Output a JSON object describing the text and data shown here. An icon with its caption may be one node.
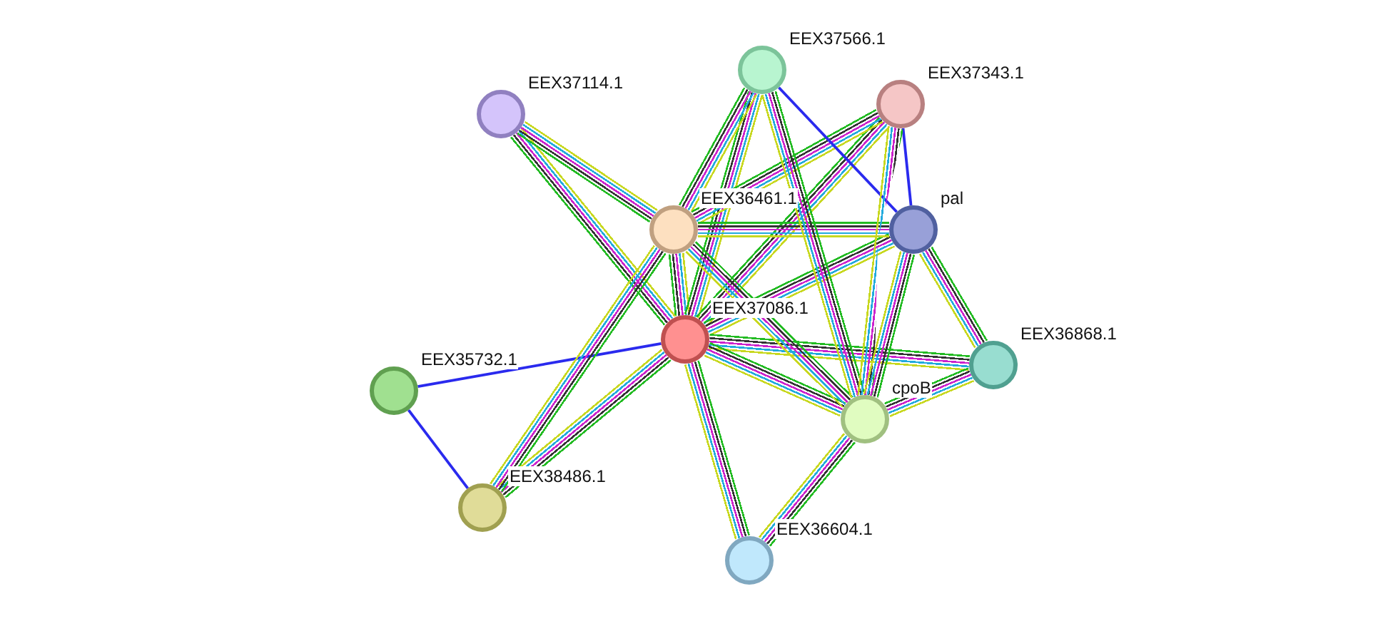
{
  "diagram": {
    "nodes": [
      {
        "text": [],
        "shape": "circle",
        "beside": [
          "EEX37566.1"
        ]
      },
      {
        "text": [],
        "shape": "circle",
        "beside": [
          "EEX37343.1"
        ]
      },
      {
        "text": [],
        "shape": "circle",
        "beside": [
          "EEX37114.1"
        ]
      },
      {
        "text": [],
        "shape": "circle",
        "beside": [
          "EEX36461.1"
        ]
      },
      {
        "text": [],
        "shape": "circle",
        "beside": [
          "pal"
        ]
      },
      {
        "text": [],
        "shape": "circle",
        "beside": [
          "EEX37086.1"
        ]
      },
      {
        "text": [],
        "shape": "circle",
        "beside": [
          "EEX36868.1"
        ]
      },
      {
        "text": [],
        "shape": "circle",
        "beside": [
          "EEX35732.1"
        ]
      },
      {
        "text": [],
        "shape": "circle",
        "beside": [
          "cpoB"
        ]
      },
      {
        "text": [],
        "shape": "circle",
        "beside": [
          "EEX38486.1"
        ]
      },
      {
        "text": [],
        "shape": "circle",
        "beside": [
          "EEX36604.1"
        ]
      }
    ],
    "edges": [
      {
        "from": 5,
        "to": 3,
        "arrow": "none"
      },
      {
        "from": 5,
        "to": 0,
        "arrow": "none"
      },
      {
        "from": 5,
        "to": 1,
        "arrow": "none"
      },
      {
        "from": 5,
        "to": 4,
        "arrow": "none"
      },
      {
        "from": 5,
        "to": 2,
        "arrow": "none"
      },
      {
        "from": 5,
        "to": 6,
        "arrow": "none"
      },
      {
        "from": 5,
        "to": 8,
        "arrow": "none"
      },
      {
        "from": 5,
        "to": 9,
        "arrow": "none"
      },
      {
        "from": 5,
        "to": 10,
        "arrow": "none"
      },
      {
        "from": 5,
        "to": 7,
        "arrow": "none",
        "color": "#2a2aee"
      },
      {
        "from": 3,
        "to": 0,
        "arrow": "none"
      },
      {
        "from": 3,
        "to": 1,
        "arrow": "none"
      },
      {
        "from": 3,
        "to": 4,
        "arrow": "none"
      },
      {
        "from": 3,
        "to": 2,
        "arrow": "none"
      },
      {
        "from": 3,
        "to": 8,
        "arrow": "none"
      },
      {
        "from": 3,
        "to": 9,
        "arrow": "none"
      },
      {
        "from": 0,
        "to": 4,
        "arrow": "none",
        "color": "#2a2aee"
      },
      {
        "from": 0,
        "to": 8,
        "arrow": "none"
      },
      {
        "from": 1,
        "to": 4,
        "arrow": "none",
        "color": "#2a2aee"
      },
      {
        "from": 1,
        "to": 8,
        "arrow": "none"
      },
      {
        "from": 4,
        "to": 8,
        "arrow": "none"
      },
      {
        "from": 4,
        "to": 6,
        "arrow": "none"
      },
      {
        "from": 8,
        "to": 6,
        "arrow": "none"
      },
      {
        "from": 8,
        "to": 10,
        "arrow": "none"
      },
      {
        "from": 7,
        "to": 9,
        "arrow": "none",
        "color": "#2a2aee"
      }
    ]
  }
}
